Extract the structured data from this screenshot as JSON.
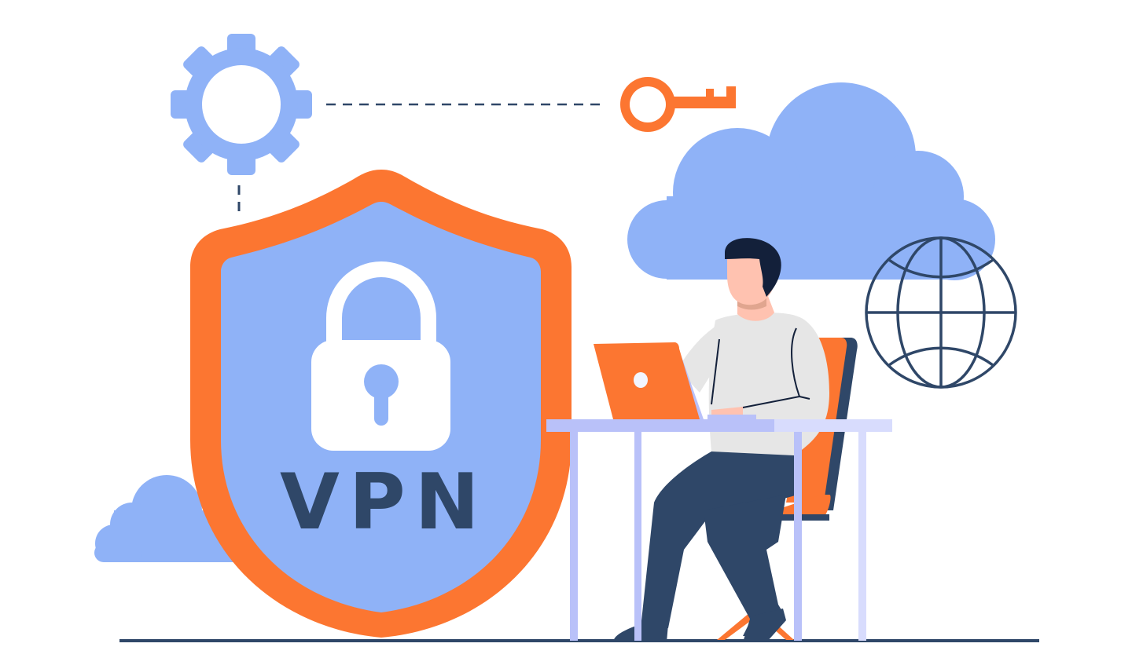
{
  "illustration": {
    "title": "VPN",
    "shield": {
      "label": "VPN",
      "icon": "padlock-icon"
    },
    "elements": [
      "gear-icon",
      "key-icon",
      "shield-icon",
      "padlock-icon",
      "cloud-icon",
      "globe-icon",
      "person-at-laptop",
      "desk",
      "office-chair"
    ]
  },
  "colors": {
    "orange": "#fc7631",
    "light_blue": "#8fb2f7",
    "navy": "#2f4768",
    "dark_navy": "#13203a",
    "lavender": "#b9c1f9",
    "pale_lavender": "#d8dcfd",
    "shirt_gray": "#e6e6e6",
    "skin": "#ffc2b0",
    "white": "#ffffff"
  }
}
